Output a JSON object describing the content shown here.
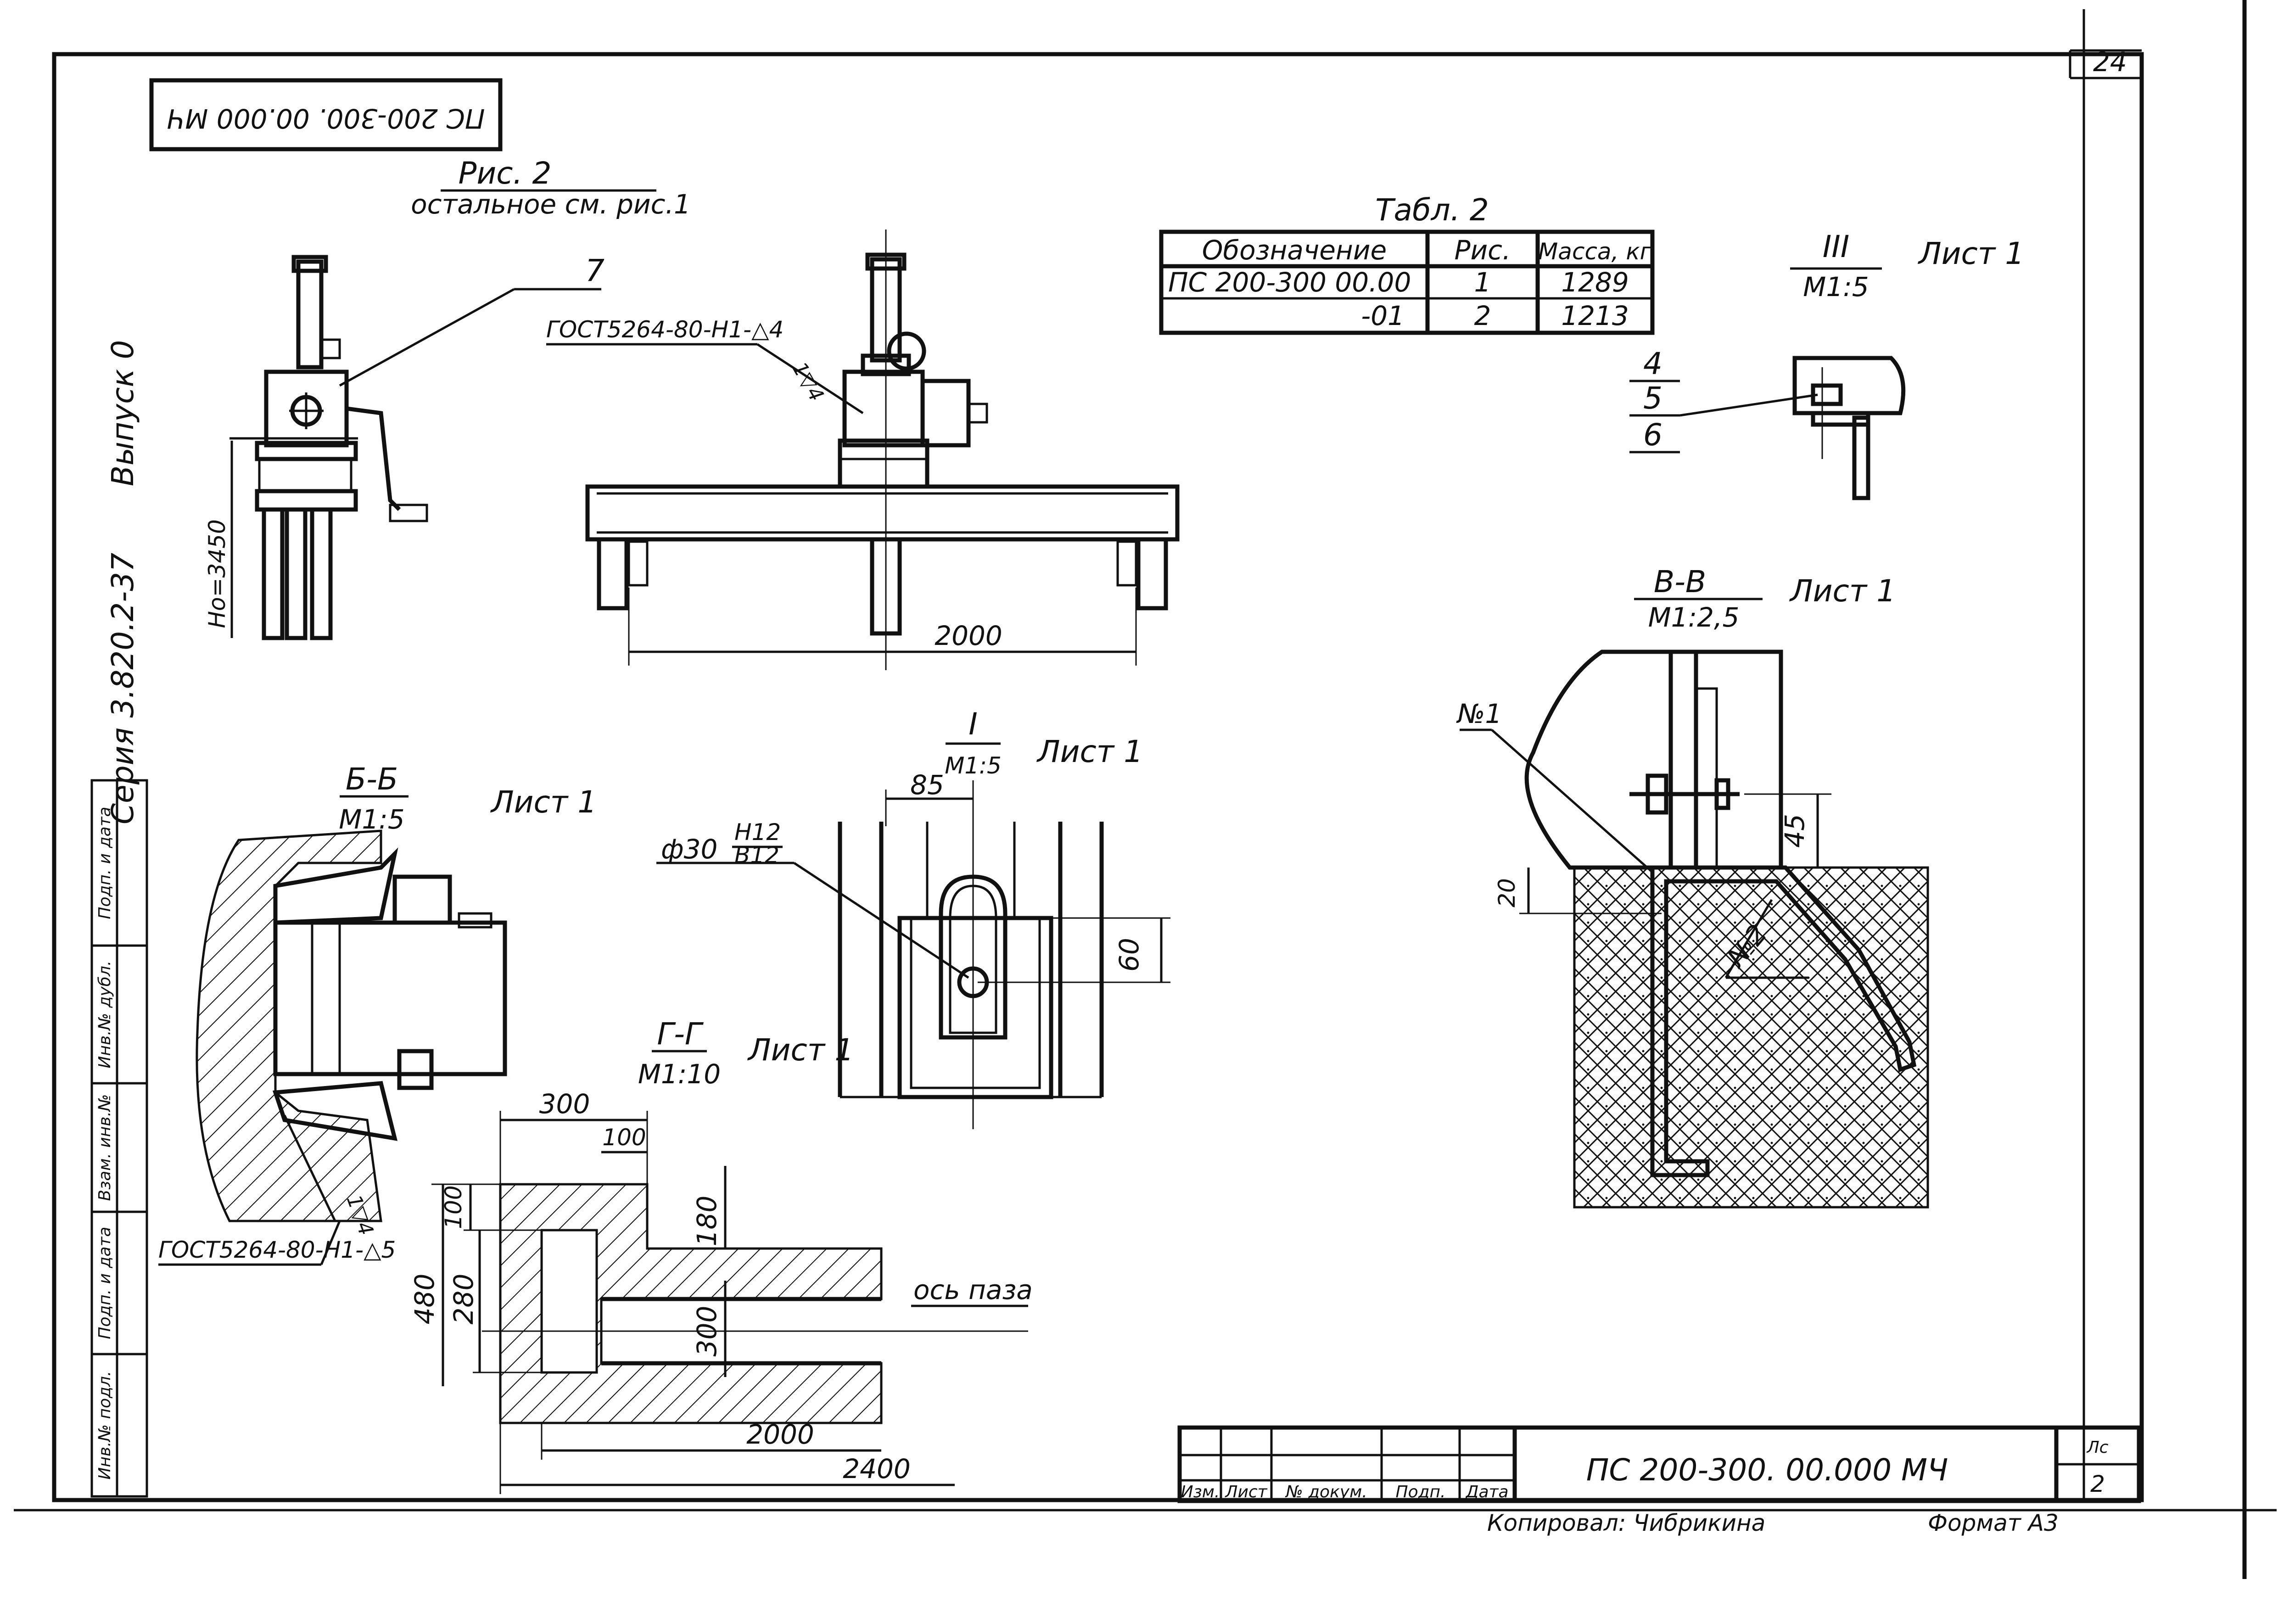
{
  "sheet_number": "24",
  "stamp_top": "ПС 200-300. 00.000 МЧ",
  "side_labels": {
    "issue": "Выпуск 0",
    "series": "Серия 3.820.2-37"
  },
  "side_stamp": {
    "cells": [
      "Инв.№ подл.",
      "Подп. и дата",
      "Взам. инв.№",
      "Инв.№ дубл.",
      "Подп. и дата"
    ]
  },
  "fig2": {
    "title": "Рис. 2",
    "subtitle": "остальное см. рис.1",
    "callout": "7",
    "height_dim": "Hо=3450",
    "weld_note": "ГОСТ5264-80-Н1-△4",
    "weld_size": "1▽4",
    "width_dim": "2000"
  },
  "table2": {
    "caption": "Табл. 2",
    "headers": [
      "Обозначение",
      "Рис.",
      "Масса, кг"
    ],
    "rows": [
      [
        "ПС 200-300 00.00",
        "1",
        "1289"
      ],
      [
        "-01",
        "2",
        "1213"
      ]
    ]
  },
  "view3": {
    "mark": "III",
    "scale": "М1:5",
    "sheet": "Лист 1",
    "callouts": [
      "4",
      "5",
      "6"
    ]
  },
  "viewBB": {
    "title": "Б-Б",
    "scale": "М1:5",
    "sheet": "Лист 1",
    "weld_note": "ГОСТ5264-80-Н1-△5",
    "weld_size": "1▽4"
  },
  "view1": {
    "mark": "I",
    "scale": "М1:5",
    "sheet": "Лист 1",
    "dim_85": "85",
    "fit": "ф30",
    "fit_h": "Н12",
    "fit_b": "В12",
    "dim_60": "60"
  },
  "viewVV": {
    "title": "В-В",
    "scale": "М1:2,5",
    "sheet": "Лист 1",
    "pos1": "№1",
    "pos2": "№2",
    "dim_45": "45",
    "dim_20": "20"
  },
  "viewGG": {
    "title": "Г-Г",
    "scale": "М1:10",
    "sheet": "Лист 1",
    "dim_300": "300",
    "dim_100": "100",
    "dim_100v": "100",
    "dim_180": "180",
    "dim_480": "480",
    "dim_280": "280",
    "dim_300v": "300",
    "axis": "ось паза",
    "dim_2000": "2000",
    "dim_2400": "2400"
  },
  "title_block": {
    "designation": "ПС 200-300. 00.000 МЧ",
    "headers": [
      "Изм.",
      "Лист",
      "№ докум.",
      "Подп.",
      "Дата"
    ],
    "sheet_label": "Лс",
    "sheet_no": "2"
  },
  "footer": {
    "copied": "Копировал: Чибрикина",
    "format": "Формат А3"
  }
}
